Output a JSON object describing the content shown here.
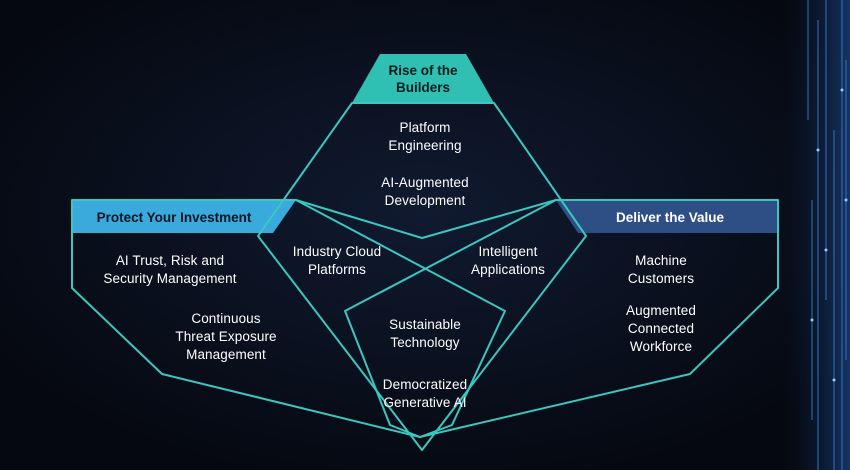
{
  "colors": {
    "background": "#070b16",
    "teal": "#2fbfb3",
    "sky": "#3aa9dc",
    "navy": "#2e4f86",
    "outline": "#3cc6c0"
  },
  "sections": {
    "builders": {
      "title": "Rise of the\nBuilders",
      "items": [
        "Platform\nEngineering",
        "AI-Augmented\nDevelopment"
      ]
    },
    "protect": {
      "title": "Protect Your Investment",
      "items": [
        "AI Trust, Risk and\nSecurity Management",
        "Continuous\nThreat Exposure\nManagement"
      ]
    },
    "deliver": {
      "title": "Deliver the Value",
      "items": [
        "Machine\nCustomers",
        "Augmented\nConnected\nWorkforce"
      ]
    },
    "overlaps": {
      "industry_cloud": "Industry Cloud\nPlatforms",
      "intelligent_apps": "Intelligent\nApplications",
      "sustainable_tech": "Sustainable\nTechnology",
      "democratized_ai": "Democratized\nGenerative AI"
    }
  }
}
